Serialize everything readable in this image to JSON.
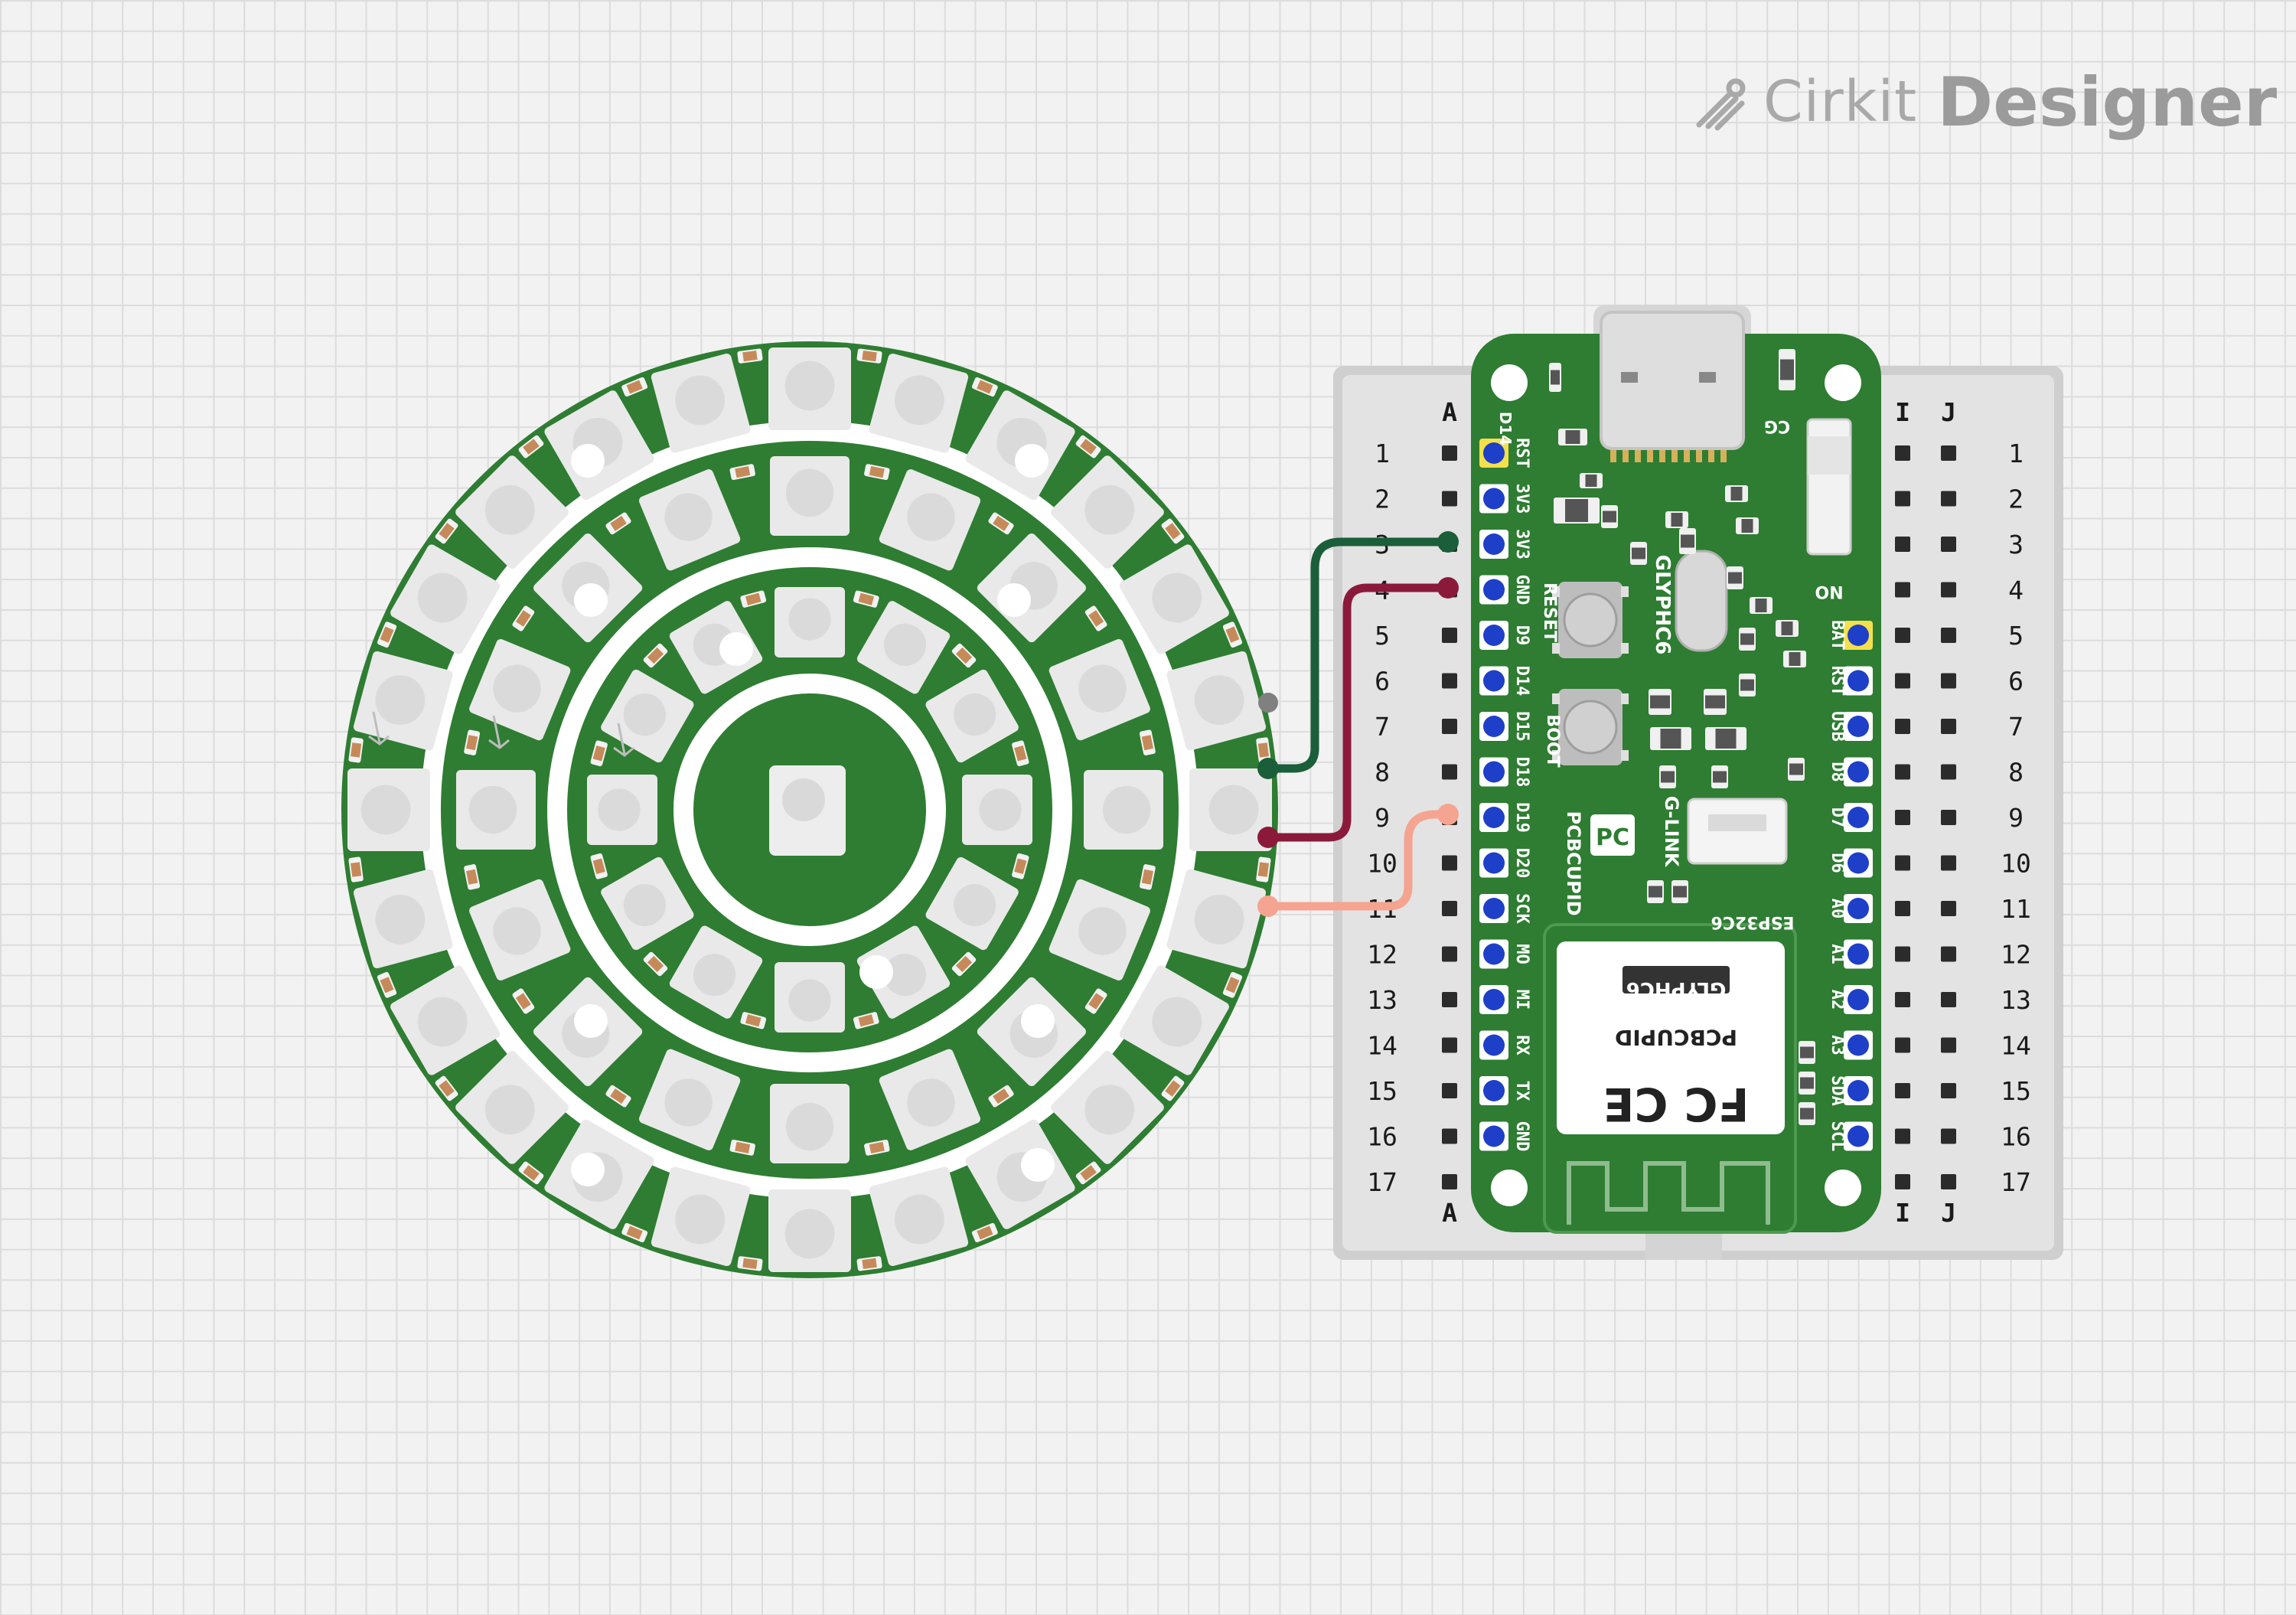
{
  "app": {
    "brand_light": "Cirkit",
    "brand_bold": "Designer"
  },
  "breadcrumbs": [],
  "breadboard": {
    "column_letters_left": "A",
    "column_letters_right_1": "I",
    "column_letters_right_2": "J",
    "rows": [
      "1",
      "2",
      "3",
      "4",
      "5",
      "6",
      "7",
      "8",
      "9",
      "10",
      "11",
      "12",
      "13",
      "14",
      "15",
      "16",
      "17"
    ]
  },
  "board": {
    "left_pins": [
      "RST",
      "3V3",
      "3V3",
      "GND",
      "D9",
      "D14",
      "D15",
      "D18",
      "D19",
      "D20",
      "SCK",
      "MO",
      "MI",
      "RX",
      "TX",
      "GND"
    ],
    "right_pins": [
      "BAT",
      "RST",
      "USB",
      "D8",
      "D7",
      "D6",
      "A0",
      "A1",
      "A2",
      "A3",
      "SDA",
      "SCL"
    ],
    "labels": {
      "glyph": "GLYPHC6",
      "reset": "RESET",
      "boot": "BOOT",
      "pcbcupid": "PCBCUPID",
      "glink": "G-LINK",
      "esp": "ESP32C6",
      "no": "NO",
      "cg": "CG",
      "d14": "D14",
      "pc": "PC",
      "module_title": "GLYPHC6",
      "module_brand": "PCBCUPID",
      "fcc": "FC CE"
    }
  },
  "colors": {
    "pcb_green": "#2e7d32",
    "wire_green": "#1b5e3a",
    "wire_red": "#8b1a3a",
    "wire_salmon": "#f4a490",
    "pin_blue": "#1e3fc8",
    "breadboard": "#e0e0e0"
  },
  "icons": [
    "cirkit-logo-icon",
    "fcc-mark-icon",
    "ce-mark-icon",
    "usb-c-connector-icon",
    "arrow-down-icon"
  ]
}
